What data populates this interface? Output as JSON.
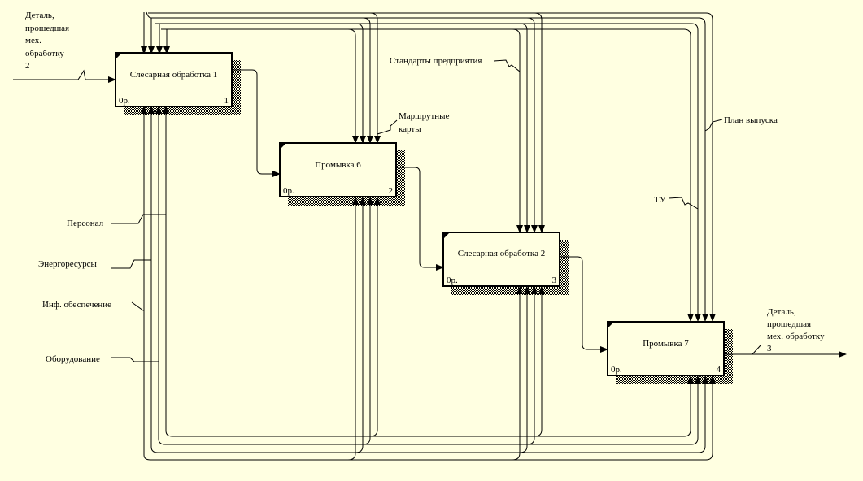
{
  "diagram": {
    "boxes": [
      {
        "id": "b1",
        "title": "Слесарная обработка 1",
        "cost": "0р.",
        "number": "1"
      },
      {
        "id": "b2",
        "title": "Промывка 6",
        "cost": "0р.",
        "number": "2"
      },
      {
        "id": "b3",
        "title": "Слесарная обработка 2",
        "cost": "0р.",
        "number": "3"
      },
      {
        "id": "b4",
        "title": "Промывка 7",
        "cost": "0р.",
        "number": "4"
      }
    ],
    "input": {
      "lines": [
        "Деталь,",
        "прошедшая",
        "мех.",
        "обработку",
        "2"
      ]
    },
    "output": {
      "lines": [
        "Деталь,",
        "прошедшая",
        "мех. обработку",
        "3"
      ]
    },
    "controls": {
      "standards": "Стандарты предприятия",
      "route_cards": [
        "Маршрутные",
        "карты"
      ],
      "plan": "План выпуска",
      "tu": "ТУ"
    },
    "mechanisms": {
      "personnel": "Персонал",
      "energy": "Энергоресурсы",
      "info": "Инф. обеспечение",
      "equipment": "Оборудование"
    }
  }
}
